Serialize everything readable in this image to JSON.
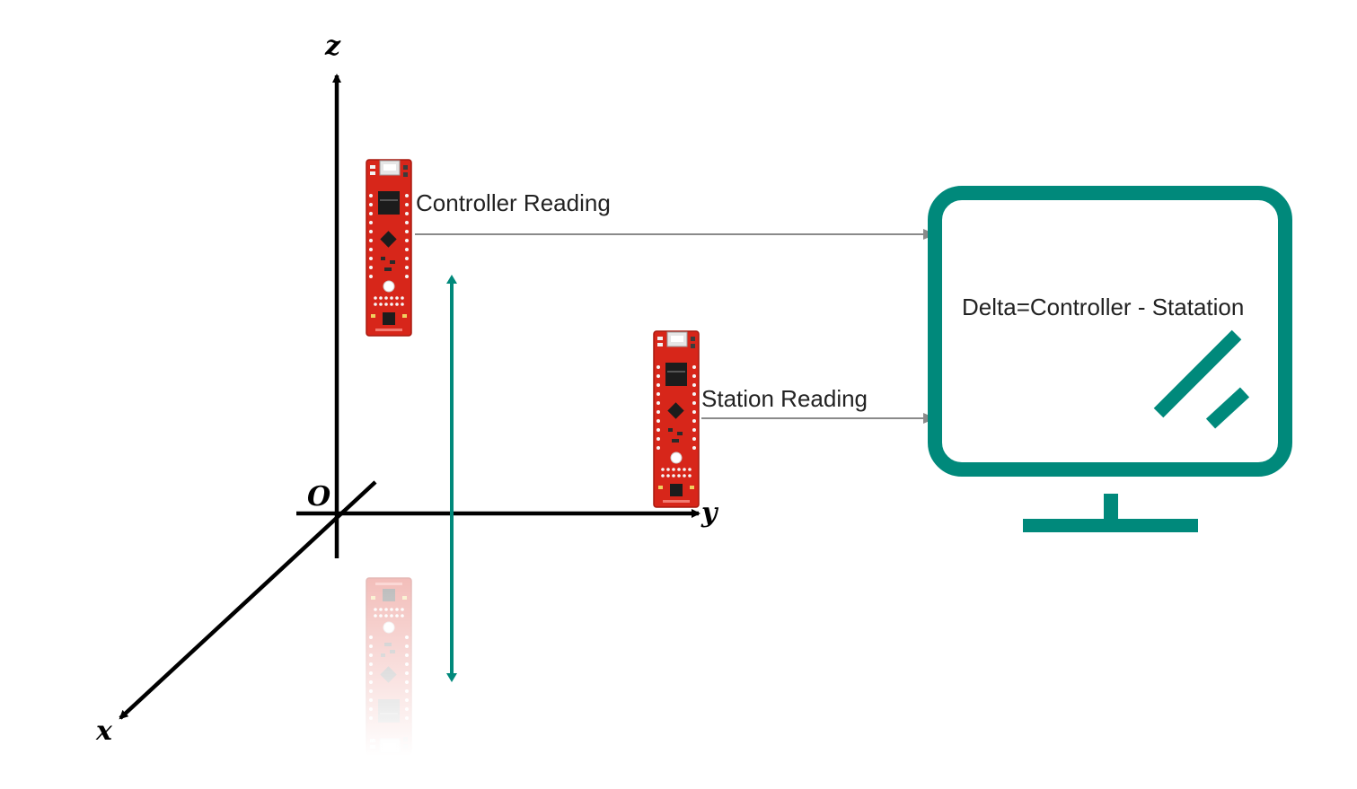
{
  "axes": {
    "z_label": "z",
    "y_label": "y",
    "x_label": "x",
    "origin_label": "O"
  },
  "labels": {
    "controller_reading": "Controller Reading",
    "station_reading": "Station Reading",
    "delta_formula": "Delta=Controller - Statation"
  },
  "colors": {
    "axis": "#000000",
    "accent_teal": "#00897b",
    "arrow_gray": "#8a8a8a",
    "board_red": "#d7261a"
  },
  "icons": {
    "monitor": "monitor-icon",
    "controller_board": "circuit-board-icon",
    "station_board": "circuit-board-icon",
    "reflection_board": "circuit-board-reflection-icon"
  }
}
